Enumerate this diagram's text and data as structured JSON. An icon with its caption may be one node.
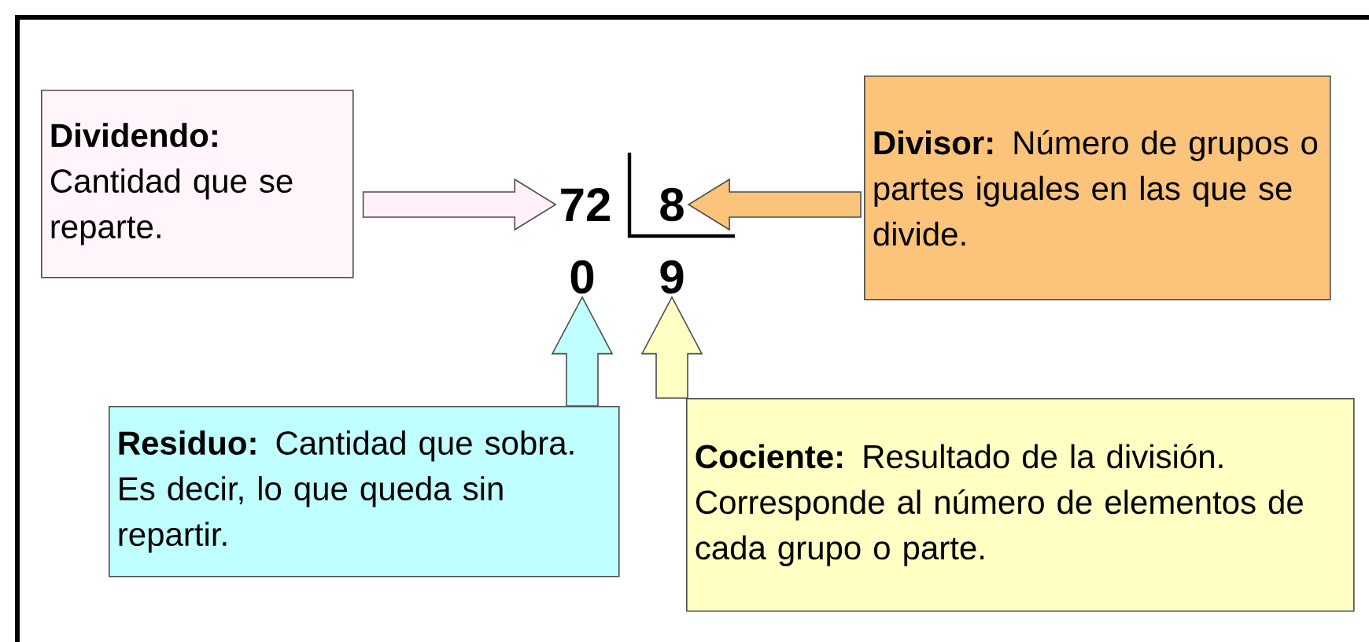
{
  "diagram": {
    "nodes": [
      {
        "text": [
          "**Dividendo:** Cantidad que se reparte."
        ]
      },
      {
        "text": [
          "72"
        ]
      },
      {
        "text": [
          "8"
        ]
      },
      {
        "text": [
          "0"
        ]
      },
      {
        "text": [
          "9"
        ]
      },
      {
        "text": [
          "**Divisor:** Número de grupos o partes iguales en las que se divide."
        ]
      },
      {
        "text": [
          "**Residuo:** Cantidad que sobra. Es decir, lo que queda sin repartir."
        ]
      },
      {
        "text": [
          "**Cociente:** Resultado de la división. Corresponde al número de elementos de cada grupo o parte."
        ]
      }
    ],
    "edges": [
      {
        "from": 0,
        "to": 1,
        "arrow": "to",
        "color": "#fff0fa"
      },
      {
        "from": 5,
        "to": 2,
        "arrow": "to",
        "color": "#fbc47a"
      },
      {
        "from": 6,
        "to": 3,
        "arrow": "to",
        "color": "#c0ffff"
      },
      {
        "from": 7,
        "to": 4,
        "arrow": "to",
        "color": "#ffffc4"
      }
    ]
  }
}
